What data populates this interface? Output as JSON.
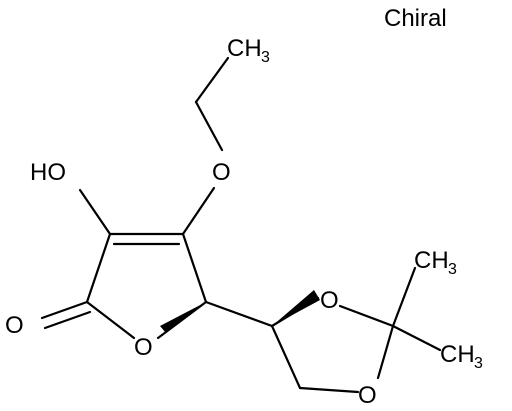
{
  "molecule": {
    "stereo_label": "Chiral",
    "atom_labels": {
      "ch3_ethyl": "CH",
      "ch3_ethyl_sub": "3",
      "ether_o": "O",
      "hydroxyl": "HO",
      "carbonyl_o": "O",
      "ring_o": "O",
      "dioxolane_o_top": "O",
      "dioxolane_o_bottom": "O",
      "ch3_top": "CH",
      "ch3_top_sub": "3",
      "ch3_bottom": "CH",
      "ch3_bottom_sub": "3"
    },
    "colors": {
      "line": "#000000",
      "background": "#ffffff"
    }
  }
}
